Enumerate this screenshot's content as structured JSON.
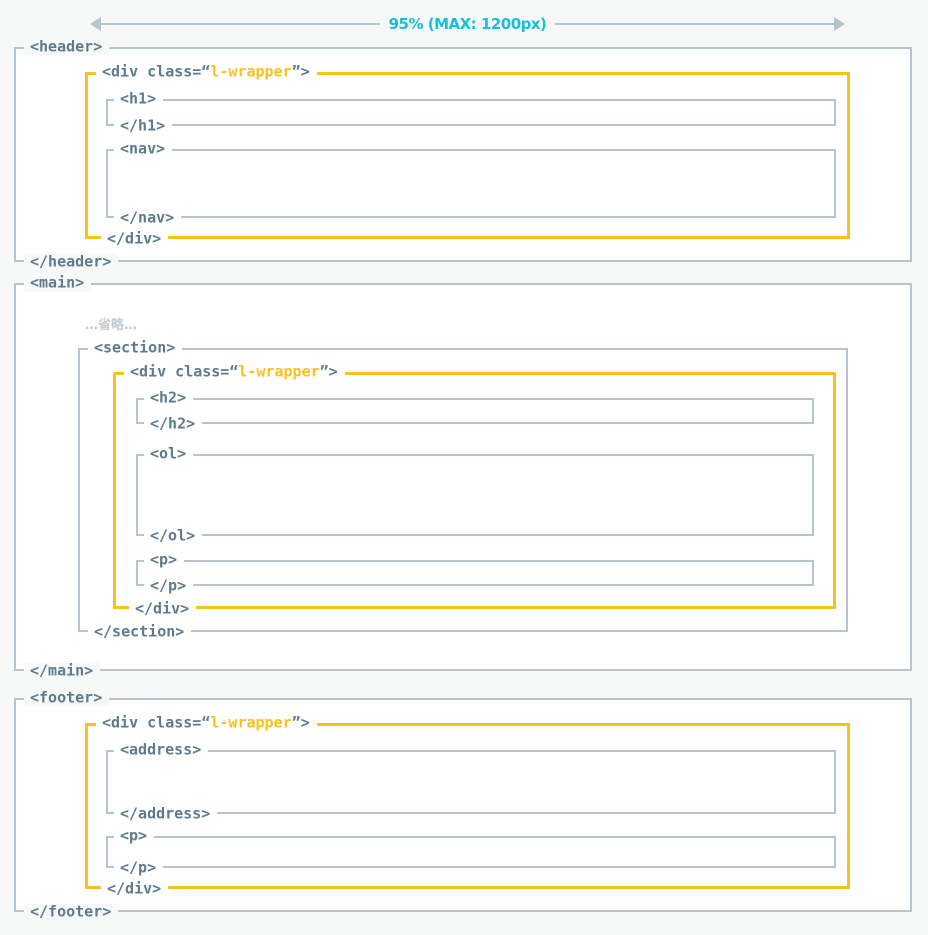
{
  "ruler": {
    "label": "95% (MAX: 1200px)",
    "accent_color": "#15c0dd",
    "line_color": "#b6c4cd"
  },
  "colors": {
    "page_background": "#f7f8f8",
    "box_background": "#ffffff",
    "gray_border": "#b6c4cd",
    "gold_border": "#fbc11b",
    "tag_text": "#5d7b8c",
    "class_text": "#fbc11b",
    "ellipsis_text": "#c3ccd2"
  },
  "omitted_marker": "…省略…",
  "header": {
    "open_tag": "<header>",
    "close_tag": "</header>",
    "wrapper": {
      "open_tag_prefix": "<div class=“",
      "open_tag_class": "l-wrapper",
      "open_tag_suffix": "”>",
      "close_tag": "</div>"
    },
    "children": [
      {
        "open_tag": "<h1>",
        "close_tag": "</h1>"
      },
      {
        "open_tag": "<nav>",
        "close_tag": "</nav>"
      }
    ]
  },
  "main": {
    "open_tag": "<main>",
    "close_tag": "</main>",
    "omitted_marker": "…省略…",
    "section": {
      "open_tag": "<section>",
      "close_tag": "</section>",
      "wrapper": {
        "open_tag_prefix": "<div class=“",
        "open_tag_class": "l-wrapper",
        "open_tag_suffix": "”>",
        "close_tag": "</div>"
      },
      "children": [
        {
          "open_tag": "<h2>",
          "close_tag": "</h2>"
        },
        {
          "open_tag": "<ol>",
          "close_tag": "</ol>"
        },
        {
          "open_tag": "<p>",
          "close_tag": "</p>"
        }
      ]
    }
  },
  "footer": {
    "open_tag": "<footer>",
    "close_tag": "</footer>",
    "wrapper": {
      "open_tag_prefix": "<div class=“",
      "open_tag_class": "l-wrapper",
      "open_tag_suffix": "”>",
      "close_tag": "</div>"
    },
    "children": [
      {
        "open_tag": "<address>",
        "close_tag": "</address>"
      },
      {
        "open_tag": "<p>",
        "close_tag": "</p>"
      }
    ]
  }
}
